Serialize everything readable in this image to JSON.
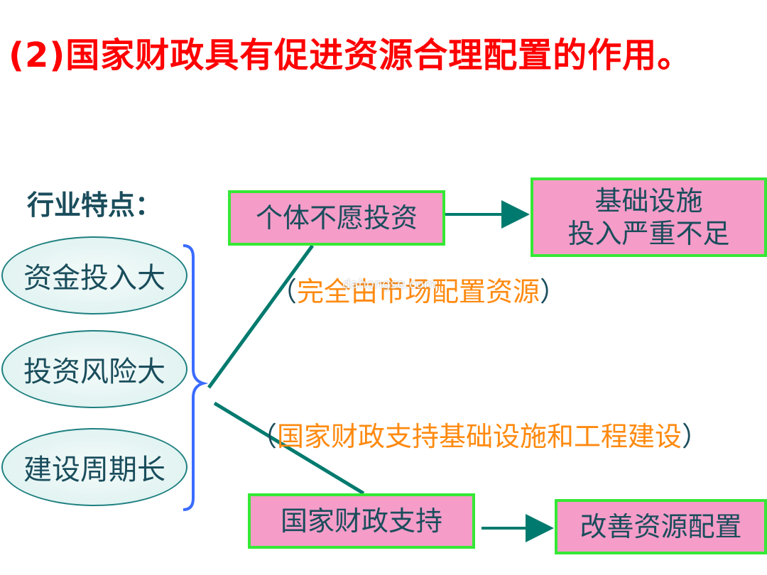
{
  "title": "(2)国家财政具有促进资源合理配置的作用。",
  "industry_label": "行业特点：",
  "features": [
    "资金投入大",
    "投资风险大",
    "建设周期长"
  ],
  "boxes": {
    "private": "个体不愿投资",
    "infra_line1": "基础设施",
    "infra_line2": "投入严重不足",
    "finance": "国家财政支持",
    "improve": "改善资源配置"
  },
  "notes": {
    "market_open": "（",
    "market_text": "完全由市场配置资源",
    "market_close": "）",
    "state_open": "（",
    "state_text": "国家财政支持基础设施和工程建设",
    "state_close": "）"
  },
  "watermark": "dahongse.com",
  "colors": {
    "title": "#ff0000",
    "box_fill": "#f59cc8",
    "box_border": "#35e835",
    "note_text": "#ff8a10",
    "line": "#007a6e",
    "brace": "#3a6cff"
  }
}
